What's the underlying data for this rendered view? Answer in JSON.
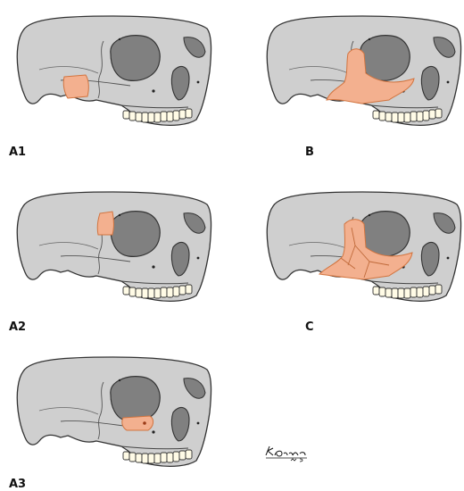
{
  "colors": {
    "skull_fill": "#cfcfcf",
    "skull_stroke": "#333333",
    "orbit_fill": "#808080",
    "fracture_fill": "#f3b08f",
    "fracture_stroke": "#d2743f",
    "teeth_fill": "#fffbe6"
  },
  "panels": [
    {
      "id": "A1",
      "label": "A1",
      "region": "zygomatic-arch"
    },
    {
      "id": "B",
      "label": "B",
      "region": "zygomaticomaxillary-complex"
    },
    {
      "id": "A2",
      "label": "A2",
      "region": "lateral-orbital-wall"
    },
    {
      "id": "C",
      "label": "C",
      "region": "comminuted-zygomaticomaxillary-complex"
    },
    {
      "id": "A3",
      "label": "A3",
      "region": "infraorbital-rim"
    }
  ],
  "signature": {
    "line1": "K. Dudson",
    "line2": "M.D."
  }
}
